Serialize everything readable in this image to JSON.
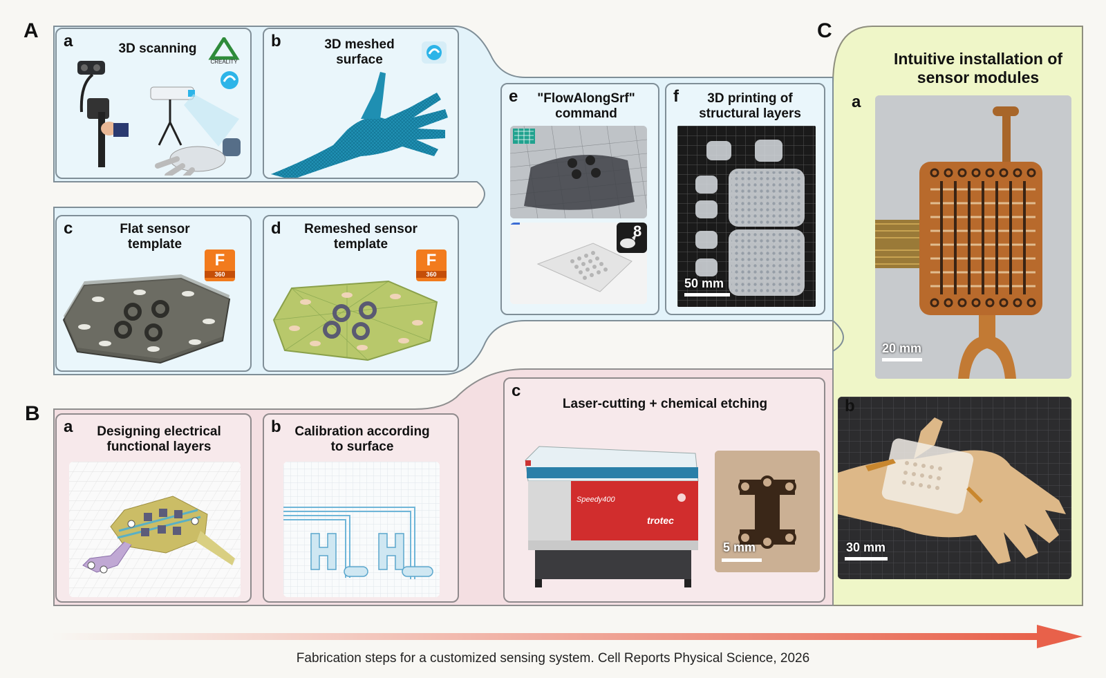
{
  "sections": {
    "A": "A",
    "B": "B",
    "C": "C"
  },
  "panelsA": {
    "a": {
      "letter": "a",
      "title": "3D scanning",
      "logo_text": "CREALITY"
    },
    "b": {
      "letter": "b",
      "title": "3D meshed surface"
    },
    "c": {
      "letter": "c",
      "title": "Flat sensor template",
      "badge_letter": "F",
      "badge_num": "360"
    },
    "d": {
      "letter": "d",
      "title": "Remeshed sensor template",
      "badge_letter": "F",
      "badge_num": "360"
    },
    "e": {
      "letter": "e",
      "title": "\"FlowAlongSrf\" command",
      "badge_num": "8"
    },
    "f": {
      "letter": "f",
      "title": "3D printing of structural layers",
      "scale": "50 mm"
    }
  },
  "panelsB": {
    "a": {
      "letter": "a",
      "title": "Designing electrical functional layers"
    },
    "b": {
      "letter": "b",
      "title": "Calibration according to surface"
    },
    "c": {
      "letter": "c",
      "title": "Laser-cutting + chemical etching",
      "machine_model": "Speedy400",
      "machine_brand": "trotec",
      "scale": "5 mm"
    }
  },
  "panelC": {
    "title": "Intuitive installation of sensor modules",
    "a": {
      "letter": "a",
      "scale": "20 mm"
    },
    "b": {
      "letter": "b",
      "scale": "30 mm"
    }
  },
  "caption": "Fabrication steps for a customized sensing system. Cell Reports Physical Science, 2026",
  "colors": {
    "blue_bg": "#e3f3fa",
    "pink_bg": "#f4dfe2",
    "green_bg": "#eff6c8",
    "arrow": "#e8614a",
    "panel_border": "#7f8e97"
  }
}
